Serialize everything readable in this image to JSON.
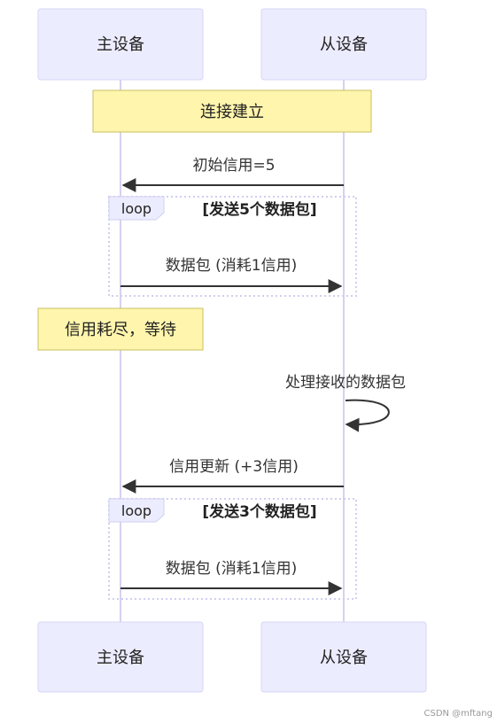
{
  "actors": {
    "master": "主设备",
    "slave": "从设备"
  },
  "notes": {
    "connection": "连接建立",
    "credit_exhausted": "信用耗尽，等待"
  },
  "messages": {
    "initial_credit": "初始信用=5",
    "packet_1": "数据包 (消耗1信用)",
    "process": "处理接收的数据包",
    "credit_update": "信用更新 (+3信用)",
    "packet_2": "数据包 (消耗1信用)"
  },
  "loops": [
    {
      "label": "loop",
      "condition": "[发送5个数据包]"
    },
    {
      "label": "loop",
      "condition": "[发送3个数据包]"
    }
  ],
  "watermark": "CSDN @mftang",
  "colors": {
    "actor_fill": "#ececff",
    "note_fill": "#fff5ad",
    "lifeline": "#d8d0ef",
    "arrow": "#333333"
  }
}
